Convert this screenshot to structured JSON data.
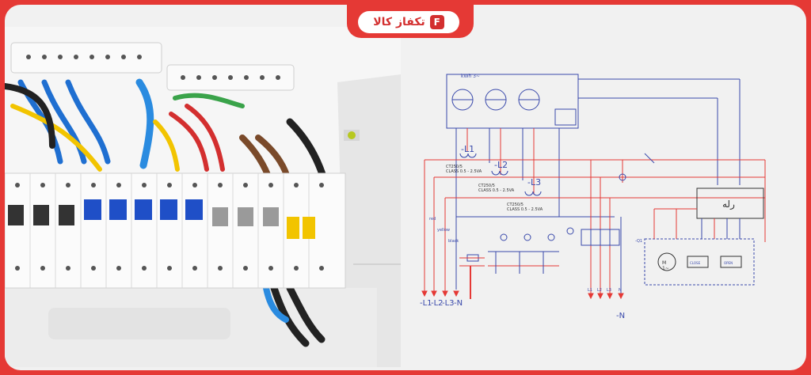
{
  "brand": {
    "name": "تکفاز کالا",
    "mark": "F"
  },
  "diagram": {
    "meter_label": "kWh 3~",
    "ct_labels": [
      "-L1",
      "-L2",
      "-L3"
    ],
    "ct_specs": [
      "CT250/5\nCLASS 0.5 - 2.5VA",
      "CT250/5\nCLASS 0.5 - 2.5VA",
      "CT250/5\nCLASS 0.5 - 2.5VA"
    ],
    "relay_label": "رله",
    "bus_labels": [
      "-L1",
      "-L2",
      "-L3",
      "-N"
    ],
    "n_label": "-N",
    "wire_labels": [
      "red",
      "yellow",
      "black"
    ],
    "out_labels": [
      "L1",
      "L2",
      "L3",
      "N"
    ],
    "box_labels": [
      "CLOSE",
      "OPEN"
    ],
    "motor_label": "M\n1~",
    "q1_label": "-Q1",
    "colors": {
      "red_wire": "#e53935",
      "blue_wire": "#3949ab",
      "brand": "#d32f2f"
    }
  }
}
